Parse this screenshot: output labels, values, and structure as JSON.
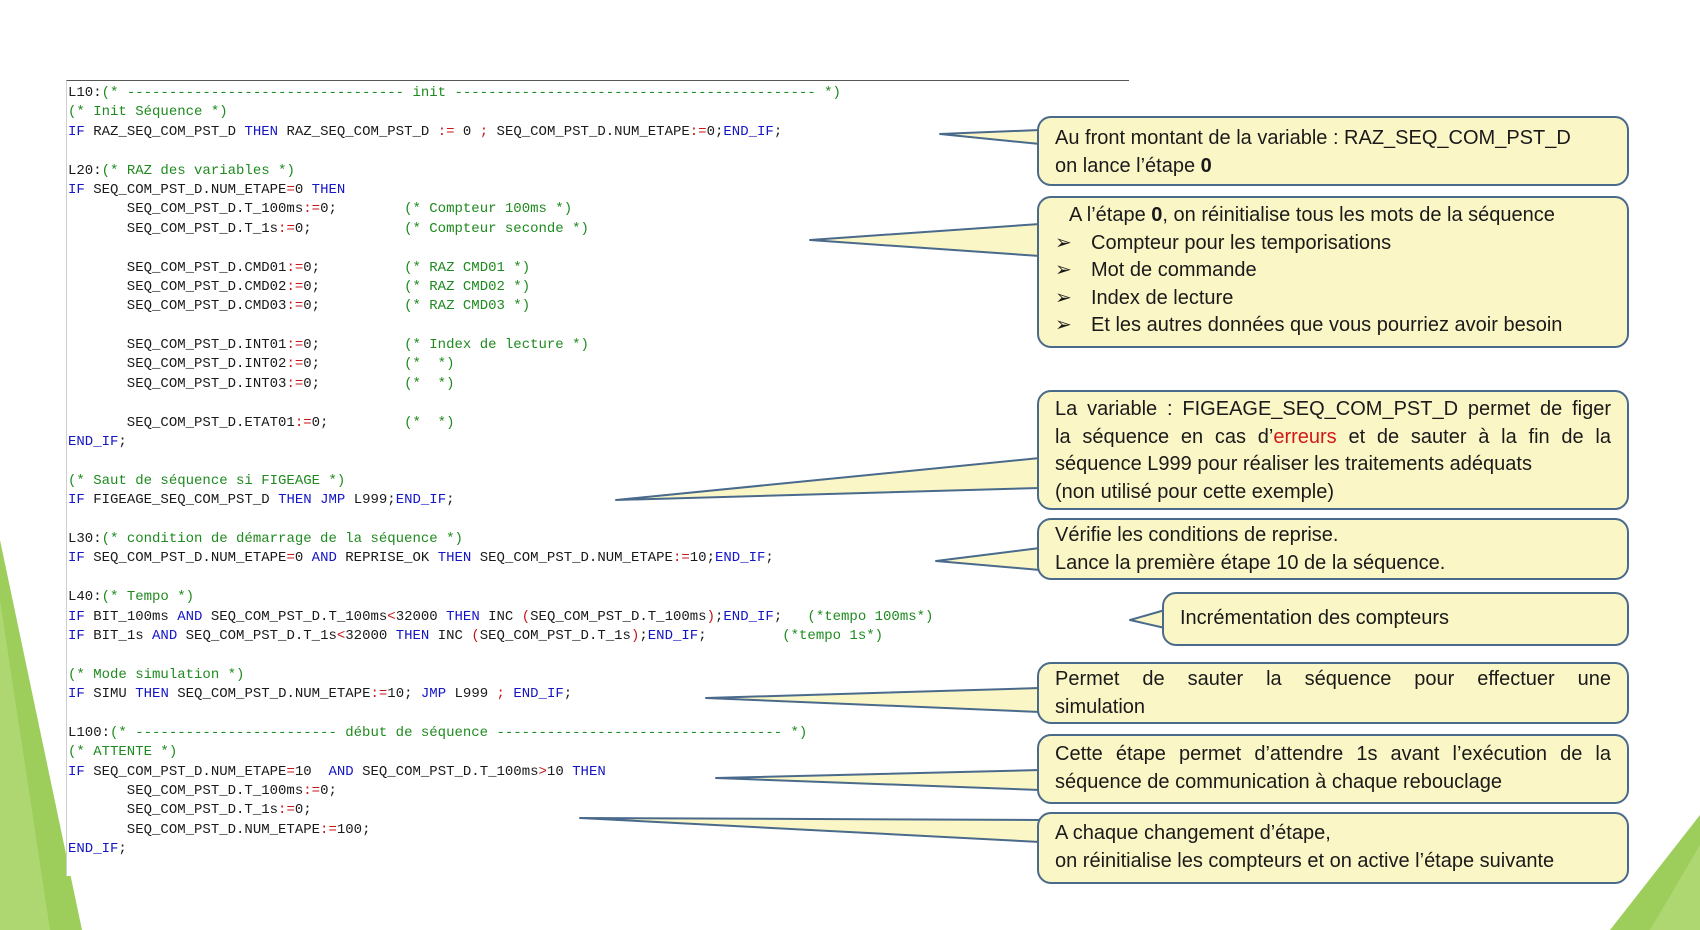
{
  "code": {
    "lines": [
      [
        [
          "tx",
          "L10:"
        ],
        [
          "cm",
          "(* --------------------------------- init ------------------------------------------- *)"
        ]
      ],
      [
        [
          "cm",
          "(* Init Séquence *)"
        ]
      ],
      [
        [
          "kw",
          "IF "
        ],
        [
          "tx",
          "RAZ_SEQ_COM_PST_D "
        ],
        [
          "kw",
          "THEN "
        ],
        [
          "tx",
          "RAZ_SEQ_COM_PST_D "
        ],
        [
          "op",
          ":= "
        ],
        [
          "tx",
          "0 "
        ],
        [
          "op",
          "; "
        ],
        [
          "tx",
          "SEQ_COM_PST_D.NUM_ETAPE"
        ],
        [
          "op",
          ":="
        ],
        [
          "tx",
          "0;"
        ],
        [
          "kw",
          "END_IF"
        ],
        [
          "tx",
          ";"
        ]
      ],
      [],
      [
        [
          "tx",
          "L20:"
        ],
        [
          "cm",
          "(* RAZ des variables *)"
        ]
      ],
      [
        [
          "kw",
          "IF "
        ],
        [
          "tx",
          "SEQ_COM_PST_D.NUM_ETAPE"
        ],
        [
          "op",
          "="
        ],
        [
          "tx",
          "0 "
        ],
        [
          "kw",
          "THEN"
        ]
      ],
      [
        [
          "tx",
          "       SEQ_COM_PST_D.T_100ms"
        ],
        [
          "op",
          ":="
        ],
        [
          "tx",
          "0;        "
        ],
        [
          "cm",
          "(* Compteur 100ms *)"
        ]
      ],
      [
        [
          "tx",
          "       SEQ_COM_PST_D.T_1s"
        ],
        [
          "op",
          ":="
        ],
        [
          "tx",
          "0;           "
        ],
        [
          "cm",
          "(* Compteur seconde *)"
        ]
      ],
      [],
      [
        [
          "tx",
          "       SEQ_COM_PST_D.CMD01"
        ],
        [
          "op",
          ":="
        ],
        [
          "tx",
          "0;          "
        ],
        [
          "cm",
          "(* RAZ CMD01 *)"
        ]
      ],
      [
        [
          "tx",
          "       SEQ_COM_PST_D.CMD02"
        ],
        [
          "op",
          ":="
        ],
        [
          "tx",
          "0;          "
        ],
        [
          "cm",
          "(* RAZ CMD02 *)"
        ]
      ],
      [
        [
          "tx",
          "       SEQ_COM_PST_D.CMD03"
        ],
        [
          "op",
          ":="
        ],
        [
          "tx",
          "0;          "
        ],
        [
          "cm",
          "(* RAZ CMD03 *)"
        ]
      ],
      [],
      [
        [
          "tx",
          "       SEQ_COM_PST_D.INT01"
        ],
        [
          "op",
          ":="
        ],
        [
          "tx",
          "0;          "
        ],
        [
          "cm",
          "(* Index de lecture *)"
        ]
      ],
      [
        [
          "tx",
          "       SEQ_COM_PST_D.INT02"
        ],
        [
          "op",
          ":="
        ],
        [
          "tx",
          "0;          "
        ],
        [
          "cm",
          "(*  *)"
        ]
      ],
      [
        [
          "tx",
          "       SEQ_COM_PST_D.INT03"
        ],
        [
          "op",
          ":="
        ],
        [
          "tx",
          "0;          "
        ],
        [
          "cm",
          "(*  *)"
        ]
      ],
      [],
      [
        [
          "tx",
          "       SEQ_COM_PST_D.ETAT01"
        ],
        [
          "op",
          ":="
        ],
        [
          "tx",
          "0;         "
        ],
        [
          "cm",
          "(*  *)"
        ]
      ],
      [
        [
          "kw",
          "END_IF"
        ],
        [
          "tx",
          ";"
        ]
      ],
      [],
      [
        [
          "cm",
          "(* Saut de séquence si FIGEAGE *)"
        ]
      ],
      [
        [
          "kw",
          "IF "
        ],
        [
          "tx",
          "FIGEAGE_SEQ_COM_PST_D "
        ],
        [
          "kw",
          "THEN JMP "
        ],
        [
          "tx",
          "L999;"
        ],
        [
          "kw",
          "END_IF"
        ],
        [
          "tx",
          ";"
        ]
      ],
      [],
      [
        [
          "tx",
          "L30:"
        ],
        [
          "cm",
          "(* condition de démarrage de la séquence *)"
        ]
      ],
      [
        [
          "kw",
          "IF "
        ],
        [
          "tx",
          "SEQ_COM_PST_D.NUM_ETAPE"
        ],
        [
          "op",
          "="
        ],
        [
          "tx",
          "0 "
        ],
        [
          "kw",
          "AND "
        ],
        [
          "tx",
          "REPRISE_OK "
        ],
        [
          "kw",
          "THEN "
        ],
        [
          "tx",
          "SEQ_COM_PST_D.NUM_ETAPE"
        ],
        [
          "op",
          ":="
        ],
        [
          "tx",
          "10;"
        ],
        [
          "kw",
          "END_IF"
        ],
        [
          "tx",
          ";"
        ]
      ],
      [],
      [
        [
          "tx",
          "L40:"
        ],
        [
          "cm",
          "(* Tempo *)"
        ]
      ],
      [
        [
          "kw",
          "IF "
        ],
        [
          "tx",
          "BIT_100ms "
        ],
        [
          "kw",
          "AND "
        ],
        [
          "tx",
          "SEQ_COM_PST_D.T_100ms"
        ],
        [
          "op",
          "<"
        ],
        [
          "tx",
          "32000 "
        ],
        [
          "kw",
          "THEN "
        ],
        [
          "tx",
          "INC "
        ],
        [
          "op",
          "("
        ],
        [
          "tx",
          "SEQ_COM_PST_D.T_100ms"
        ],
        [
          "op",
          ")"
        ],
        [
          "tx",
          ";"
        ],
        [
          "kw",
          "END_IF"
        ],
        [
          "tx",
          ";   "
        ],
        [
          "cm",
          "(*tempo 100ms*)"
        ]
      ],
      [
        [
          "kw",
          "IF "
        ],
        [
          "tx",
          "BIT_1s "
        ],
        [
          "kw",
          "AND "
        ],
        [
          "tx",
          "SEQ_COM_PST_D.T_1s"
        ],
        [
          "op",
          "<"
        ],
        [
          "tx",
          "32000 "
        ],
        [
          "kw",
          "THEN "
        ],
        [
          "tx",
          "INC "
        ],
        [
          "op",
          "("
        ],
        [
          "tx",
          "SEQ_COM_PST_D.T_1s"
        ],
        [
          "op",
          ")"
        ],
        [
          "tx",
          ";"
        ],
        [
          "kw",
          "END_IF"
        ],
        [
          "tx",
          ";         "
        ],
        [
          "cm",
          "(*tempo 1s*)"
        ]
      ],
      [],
      [
        [
          "cm",
          "(* Mode simulation *)"
        ]
      ],
      [
        [
          "kw",
          "IF "
        ],
        [
          "tx",
          "SIMU "
        ],
        [
          "kw",
          "THEN "
        ],
        [
          "tx",
          "SEQ_COM_PST_D.NUM_ETAPE"
        ],
        [
          "op",
          ":="
        ],
        [
          "tx",
          "10; "
        ],
        [
          "kw",
          "JMP "
        ],
        [
          "tx",
          "L999 "
        ],
        [
          "op",
          "; "
        ],
        [
          "kw",
          "END_IF"
        ],
        [
          "tx",
          ";"
        ]
      ],
      [],
      [
        [
          "tx",
          "L100:"
        ],
        [
          "cm",
          "(* ------------------------ début de séquence ---------------------------------- *)"
        ]
      ],
      [
        [
          "cm",
          "(* ATTENTE *)"
        ]
      ],
      [
        [
          "kw",
          "IF "
        ],
        [
          "tx",
          "SEQ_COM_PST_D.NUM_ETAPE"
        ],
        [
          "op",
          "="
        ],
        [
          "tx",
          "10  "
        ],
        [
          "kw",
          "AND "
        ],
        [
          "tx",
          "SEQ_COM_PST_D.T_100ms"
        ],
        [
          "op",
          ">"
        ],
        [
          "tx",
          "10 "
        ],
        [
          "kw",
          "THEN"
        ]
      ],
      [
        [
          "tx",
          "       SEQ_COM_PST_D.T_100ms"
        ],
        [
          "op",
          ":="
        ],
        [
          "tx",
          "0;"
        ]
      ],
      [
        [
          "tx",
          "       SEQ_COM_PST_D.T_1s"
        ],
        [
          "op",
          ":="
        ],
        [
          "tx",
          "0;"
        ]
      ],
      [
        [
          "tx",
          "       SEQ_COM_PST_D.NUM_ETAPE"
        ],
        [
          "op",
          ":="
        ],
        [
          "tx",
          "100;"
        ]
      ],
      [
        [
          "kw",
          "END_IF"
        ],
        [
          "tx",
          ";"
        ]
      ]
    ]
  },
  "callouts": {
    "c1": {
      "line1": "Au front montant de la variable : RAZ_SEQ_COM_PST_D",
      "line2_text": "on lance l’étape ",
      "line2_bold": "0"
    },
    "c2": {
      "intro_a": "A l’étape ",
      "intro_bold": "0",
      "intro_b": ", on réinitialise tous les mots de la séquence",
      "bullets": [
        "Compteur pour les temporisations",
        "Mot de commande",
        "Index de lecture",
        "Et les autres données que vous pourriez avoir besoin"
      ],
      "bullet_glyph": "➢"
    },
    "c3": {
      "line1": "La variable : FIGEAGE_SEQ_COM_PST_D permet de figer",
      "line2_a": "la séquence en cas d’",
      "line2_red": "erreurs",
      "line2_b": " et de sauter à la fin de la",
      "line3": "séquence L999 pour réaliser les traitements adéquats",
      "line4": "(non utilisé pour cette exemple)"
    },
    "c4": {
      "line1": "Vérifie les conditions de reprise.",
      "line2": "Lance la première étape 10 de la séquence."
    },
    "c5": {
      "line1": "Incrémentation des compteurs"
    },
    "c6": {
      "line1": "Permet de sauter la séquence pour effectuer une",
      "line2": "simulation"
    },
    "c7": {
      "line1": "Cette étape permet d’attendre 1s avant l’exécution de la",
      "line2": "séquence de communication à chaque rebouclage"
    },
    "c8": {
      "line1": "A chaque changement d’étape,",
      "line2": "on réinitialise les compteurs et on active l’étape suivante"
    }
  },
  "colors": {
    "keyword": "#1515c8",
    "comment": "#1f8a1f",
    "operator": "#c81515",
    "callout_fill": "#fbf6c6",
    "callout_border": "#4a6a8c",
    "accent_green": "#8cc63f",
    "highlight_red": "#d01a1a"
  }
}
